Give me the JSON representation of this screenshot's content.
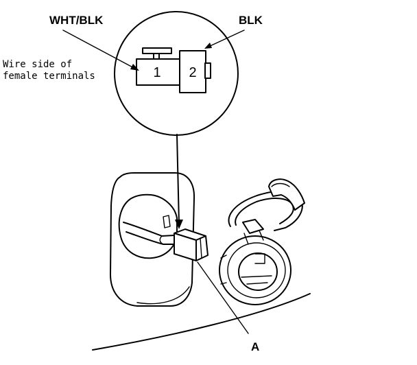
{
  "callout": {
    "left_wire_color": "WHT/BLK",
    "right_wire_color": "BLK",
    "side_note_line1": "Wire side of",
    "side_note_line2": "female terminals",
    "pin_1": "1",
    "pin_2": "2"
  },
  "component_label": "A",
  "colors": {
    "line": "#000000",
    "background": "#ffffff"
  }
}
